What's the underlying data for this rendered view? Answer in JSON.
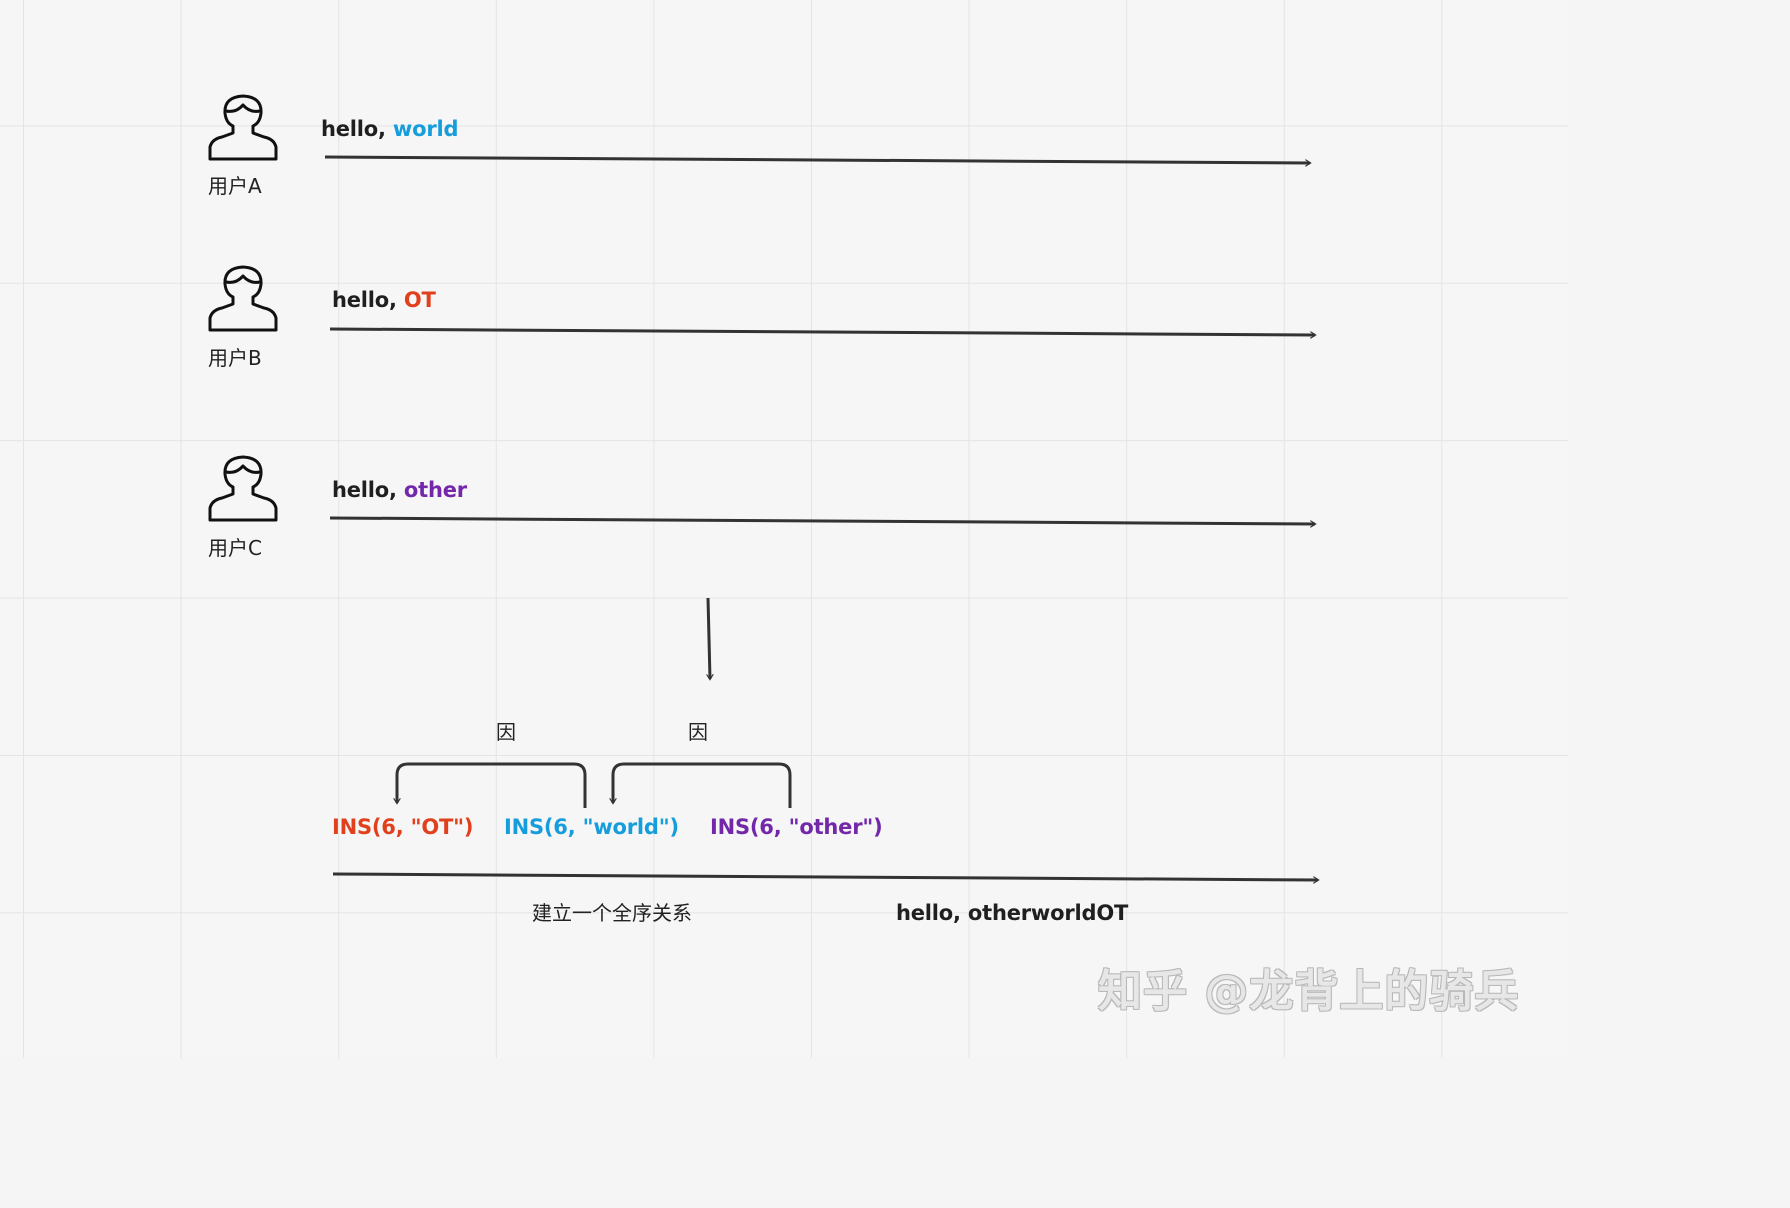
{
  "colors": {
    "world": "#169ddb",
    "ot": "#e1401d",
    "other": "#7228a8",
    "line": "#333333",
    "text": "#1f1f1f"
  },
  "users": [
    {
      "label": "用户A",
      "icon": "user-icon",
      "message_prefix": "hello, ",
      "message_highlight": "world"
    },
    {
      "label": "用户B",
      "icon": "user-icon",
      "message_prefix": "hello, ",
      "message_highlight": "OT"
    },
    {
      "label": "用户C",
      "icon": "user-icon",
      "message_prefix": "hello, ",
      "message_highlight": "other"
    }
  ],
  "causality_labels": [
    "因",
    "因"
  ],
  "operations": [
    "INS(6, \"OT\")",
    "INS(6, \"world\")",
    "INS(6, \"other\")"
  ],
  "total_order_label": "建立一个全序关系",
  "result": "hello, otherworldOT",
  "watermark": "知乎 @龙背上的骑兵"
}
